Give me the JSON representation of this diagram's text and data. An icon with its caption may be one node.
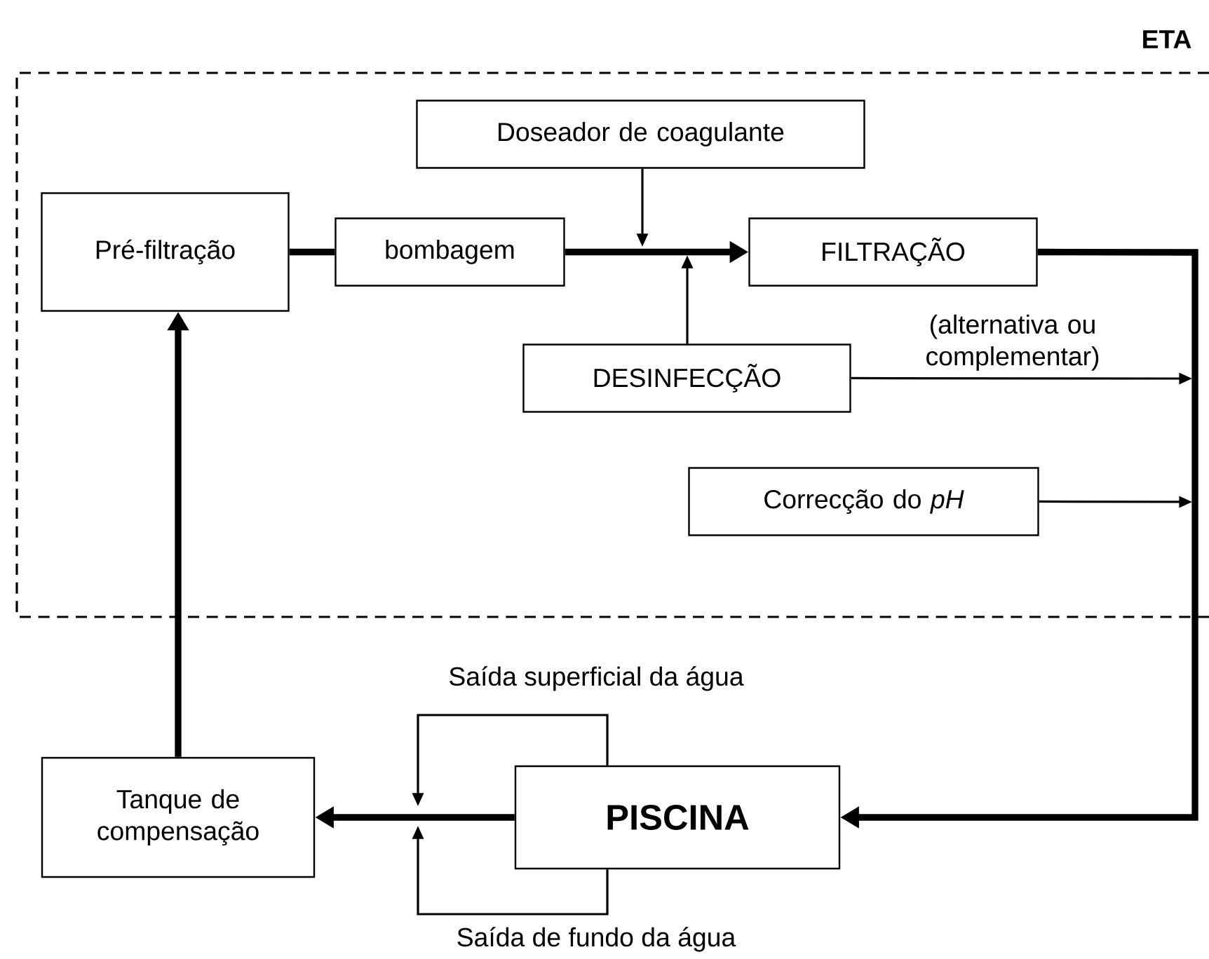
{
  "diagram": {
    "nodes": [
      {
        "text": [
          "ETA"
        ]
      },
      {
        "text": [
          "Pré-filtração"
        ],
        "in": 0
      },
      {
        "text": [
          "bombagem"
        ],
        "in": 0
      },
      {
        "text": [
          "Doseador de coagulante"
        ],
        "in": 0
      },
      {
        "text": [
          "FILTRAÇÃO"
        ],
        "in": 0
      },
      {
        "text": [
          "DESINFECÇÃO"
        ],
        "in": 0
      },
      {
        "text": [
          "Correcção do *pH*"
        ],
        "in": 0
      },
      {
        "text": [
          "Tanque de compensação"
        ]
      },
      {
        "text": [
          "**PISCINA**"
        ]
      }
    ],
    "edges": [
      {
        "from": 1,
        "to": 2,
        "arrow": "none",
        "style": "thick"
      },
      {
        "from": 2,
        "to": 4,
        "arrow": "to",
        "style": "thick"
      },
      {
        "from": 3,
        "to": null,
        "arrow": "to"
      },
      {
        "from": 5,
        "to": null,
        "arrow": "to"
      },
      {
        "from": 5,
        "to": null,
        "arrow": "to",
        "label": "(alternativa ou complementar)"
      },
      {
        "from": 6,
        "to": null,
        "arrow": "to"
      },
      {
        "from": 4,
        "to": 8,
        "arrow": "to",
        "style": "thick"
      },
      {
        "from": 8,
        "to": 7,
        "arrow": "to",
        "style": "thick"
      },
      {
        "from": 7,
        "to": 1,
        "arrow": "to",
        "style": "thick"
      },
      {
        "from": 8,
        "to": null,
        "arrow": "to"
      },
      {
        "from": 8,
        "to": null,
        "arrow": "to"
      }
    ],
    "labels": [
      "Saída superficial da água",
      "Saída de fundo da água"
    ]
  }
}
